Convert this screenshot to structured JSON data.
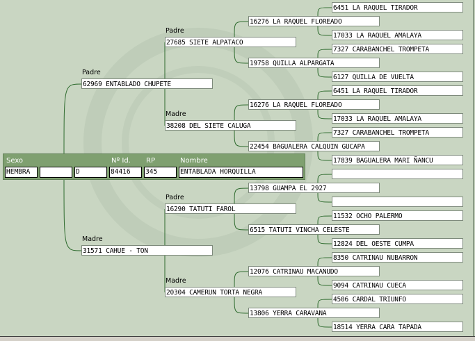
{
  "subject": {
    "headers": {
      "sexo": "Sexo",
      "id": "Nº Id.",
      "rp": "RP",
      "nombre": "Nombre"
    },
    "sexo": "HEMBRA",
    "blank": "",
    "letter": "D",
    "id": "84416",
    "rp": "345",
    "nombre": "ENTABLADA HORQUILLA"
  },
  "labels": {
    "padre": "Padre",
    "madre": "Madre"
  },
  "gen1": [
    "62969 ENTABLADO CHUPETE",
    "31571 CAHUE - TON"
  ],
  "gen2": [
    "27685 SIETE ALPATACO",
    "38208 DEL SIETE CALUGA",
    "16290 TATUTI FAROL",
    "20304 CAMERUN TORTA NEGRA"
  ],
  "gen3": [
    "16276 LA RAQUEL FLOREADO",
    "19758 QUILLA ALPARGATA",
    "16276 LA RAQUEL FLOREADO",
    "22454 BAGUALERA CALQUIN GUCAPA",
    "13798 GUAMPA EL 2927",
    "6515 TATUTI VINCHA CELESTE",
    "12076 CATRINAU MACANUDO",
    "13806 YERRA CARAVANA"
  ],
  "gen4": [
    "6451 LA RAQUEL TIRADOR",
    "17033 LA RAQUEL AMALAYA",
    "7327 CARABANCHEL TROMPETA",
    "6127 QUILLA DE VUELTA",
    "6451 LA RAQUEL TIRADOR",
    "17033 LA RAQUEL AMALAYA",
    "7327 CARABANCHEL TROMPETA",
    "17839 BAGUALERA MARI ÑANCU",
    "",
    "",
    "11532 OCHO PALERMO",
    "12824 DEL OESTE CUMPA",
    "8350 CATRINAU NUBARRON",
    "9094 CATRINAU CUECA",
    "4506 CARDAL TRIUNFO",
    "18514 YERRA CARA TAPADA"
  ],
  "colors": {
    "background": "#c9d6c2",
    "panel": "#7fa070",
    "line": "#2e6b2e"
  }
}
